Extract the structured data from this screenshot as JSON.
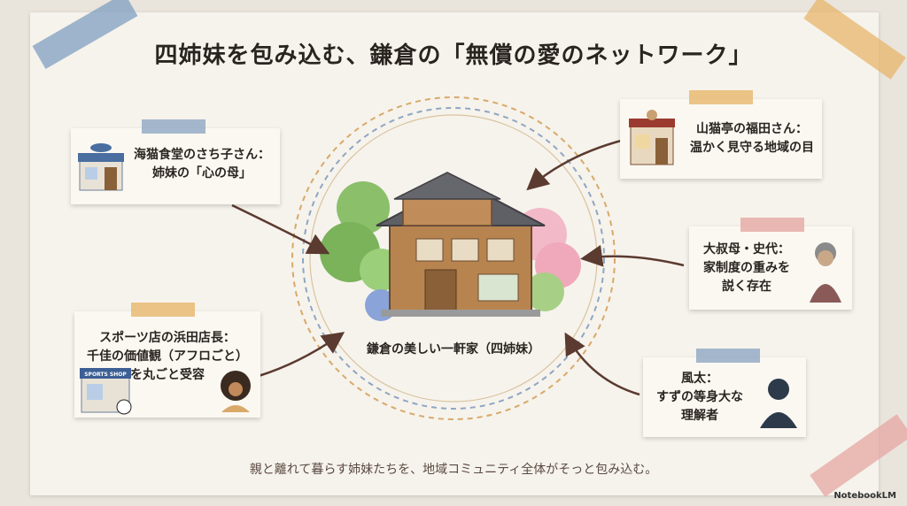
{
  "title": "四姉妹を包み込む、鎌倉の「無償の愛のネットワーク」",
  "center": {
    "label": "鎌倉の美しい一軒家（四姉妹）",
    "icon": "japanese-house-icon"
  },
  "nodes": {
    "sachiko": {
      "line1": "海猫食堂のさち子さん：",
      "line2": "姉妹の「心の母」",
      "icon": "shop-icon"
    },
    "hamada": {
      "line1": "スポーツ店の浜田店長：",
      "line2": "千佳の価値観（アフロごと）",
      "line3": "を丸ごと受容",
      "sign": "SPORTS SHOP",
      "icon": "sports-shop-icon"
    },
    "fukuda": {
      "line1": "山猫亭の福田さん：",
      "line2": "温かく見守る地域の目",
      "icon": "cafe-icon"
    },
    "shiyo": {
      "line1": "大叔母・史代：",
      "line2": "家制度の重みを",
      "line3": "説く存在",
      "icon": "elder-woman-icon"
    },
    "futa": {
      "line1": "風太：",
      "line2": "すずの等身大な",
      "line3": "理解者",
      "icon": "person-silhouette-icon"
    }
  },
  "footer": "親と離れて暮らす姉妹たちを、地域コミュニティ全体がそっと包み込む。",
  "brand": "NotebookLM",
  "colors": {
    "arrow": "#5b3a30",
    "ring_blue": "#8fa6c3",
    "ring_orange": "#d9a96a"
  }
}
